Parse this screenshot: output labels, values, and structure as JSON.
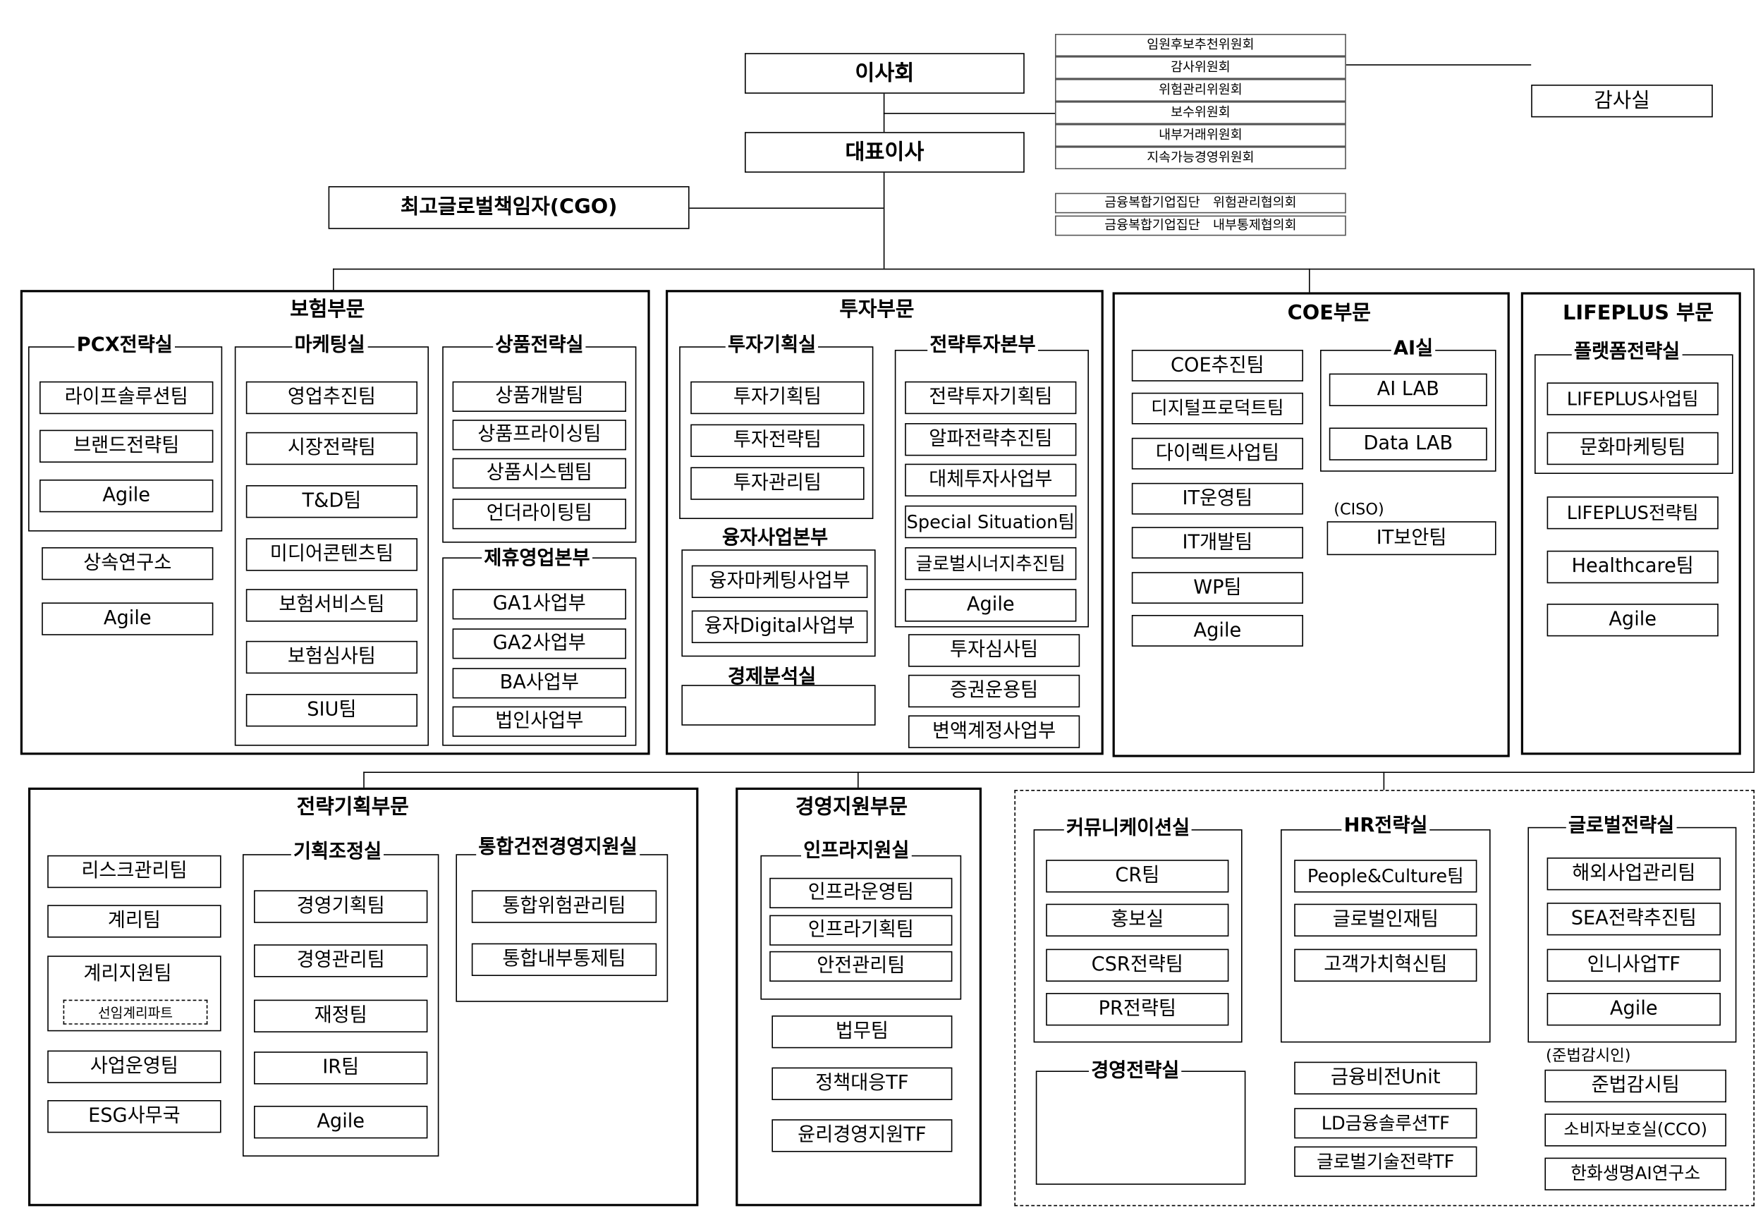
{
  "board": "이사회",
  "ceo": "대표이사",
  "cgo": "최고글로벌책임자(CGO)",
  "audit_office": "감사실",
  "committees": [
    "임원후보추천위원회",
    "감사위원회",
    "위험관리위원회",
    "보수위원회",
    "내부거래위원회",
    "지속가능경영위원회"
  ],
  "councils": [
    "금융복합기업집단　위험관리협의회",
    "금융복합기업집단　내부통제협의회"
  ],
  "insurance": {
    "title": "보험부문",
    "pcx": {
      "title": "PCX전략실",
      "teams": [
        "라이프솔루션팀",
        "브랜드전략팀",
        "Agile"
      ]
    },
    "standalone": [
      "상속연구소",
      "Agile"
    ],
    "marketing": {
      "title": "마케팅실",
      "teams": [
        "영업추진팀",
        "시장전략팀",
        "T&D팀",
        "미디어콘텐츠팀",
        "보험서비스팀",
        "보험심사팀",
        "SIU팀"
      ]
    },
    "product": {
      "title": "상품전략실",
      "teams": [
        "상품개발팀",
        "상품프라이싱팀",
        "상품시스템팀",
        "언더라이팅팀"
      ]
    },
    "alliance": {
      "title": "제휴영업본부",
      "teams": [
        "GA1사업부",
        "GA2사업부",
        "BA사업부",
        "법인사업부"
      ]
    }
  },
  "investment": {
    "title": "투자부문",
    "planning": {
      "title": "투자기획실",
      "teams": [
        "투자기획팀",
        "투자전략팀",
        "투자관리팀"
      ]
    },
    "financing": {
      "title": "융자사업본부",
      "teams": [
        "융자마케팅사업부",
        "융자Digital사업부"
      ]
    },
    "economic": {
      "title": "경제분석실"
    },
    "strategic": {
      "title": "전략투자본부",
      "teams": [
        "전략투자기획팀",
        "알파전략추진팀",
        "대체투자사업부",
        "Special Situation팀",
        "글로벌시너지추진팀",
        "Agile"
      ]
    },
    "standalone": [
      "투자심사팀",
      "증권운용팀",
      "변액계정사업부"
    ]
  },
  "coe": {
    "title": "COE부문",
    "teams": [
      "COE추진팀",
      "디지털프로덕트팀",
      "다이렉트사업팀",
      "IT운영팀",
      "IT개발팀",
      "WP팀",
      "Agile"
    ],
    "ai": {
      "title": "AI실",
      "teams": [
        "AI LAB",
        "Data LAB"
      ]
    },
    "ciso_label": "(CISO)",
    "security": "IT보안팀"
  },
  "lifeplus": {
    "title": "LIFEPLUS 부문",
    "platform": {
      "title": "플랫폼전략실",
      "teams": [
        "LIFEPLUS사업팀",
        "문화마케팅팀"
      ]
    },
    "standalone": [
      "LIFEPLUS전략팀",
      "Healthcare팀",
      "Agile"
    ]
  },
  "strategy": {
    "title": "전략기획부문",
    "left": [
      "리스크관리팀",
      "계리팀"
    ],
    "actuarial_support": {
      "title": "계리지원팀",
      "part": "선임계리파트"
    },
    "left2": [
      "사업운영팀",
      "ESG사무국"
    ],
    "coordination": {
      "title": "기획조정실",
      "teams": [
        "경영기획팀",
        "경영관리팀",
        "재정팀",
        "IR팀",
        "Agile"
      ]
    },
    "integrated": {
      "title": "통합건전경영지원실",
      "teams": [
        "통합위험관리팀",
        "통합내부통제팀"
      ]
    }
  },
  "management": {
    "title": "경영지원부문",
    "infra": {
      "title": "인프라지원실",
      "teams": [
        "인프라운영팀",
        "인프라기획팀",
        "안전관리팀"
      ]
    },
    "standalone": [
      "법무팀",
      "정책대응TF",
      "윤리경영지원TF"
    ]
  },
  "direct": {
    "communication": {
      "title": "커뮤니케이션실",
      "teams": [
        "CR팀",
        "홍보실",
        "CSR전략팀",
        "PR전략팀"
      ]
    },
    "management_strategy": {
      "title": "경영전략실"
    },
    "hr": {
      "title": "HR전략실",
      "teams": [
        "People&Culture팀",
        "글로벌인재팀",
        "고객가치혁신팀"
      ]
    },
    "hr_below": [
      "금융비전Unit",
      "LD금융솔루션TF",
      "글로벌기술전략TF"
    ],
    "global": {
      "title": "글로벌전략실",
      "teams": [
        "해외사업관리팀",
        "SEA전략추진팀",
        "인니사업TF",
        "Agile"
      ]
    },
    "compliance_label": "(준법감시인)",
    "global_below": [
      "준법감시팀",
      "소비자보호실(CCO)",
      "한화생명AI연구소"
    ]
  }
}
